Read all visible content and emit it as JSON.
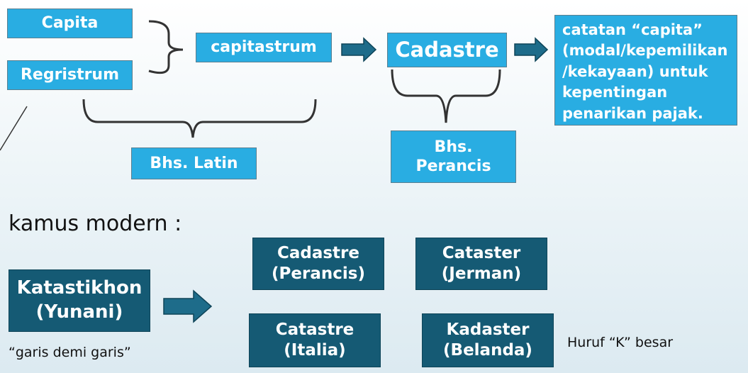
{
  "top": {
    "capita": "Capita",
    "regristrum": "Regristrum",
    "capitastrum": "capitastrum",
    "cadastre": "Cadastre",
    "definition": "catatan “capita” (modal/kepemilikan /kekayaan) untuk kepentingan penarikan pajak.",
    "latin_label": "Bhs. Latin",
    "french_label_1": "Bhs.",
    "french_label_2": "Perancis"
  },
  "modern": {
    "heading": "kamus modern :",
    "origin_1": "Katastikhon",
    "origin_2": "(Yunani)",
    "origin_meaning": "“garis demi garis”",
    "variants": [
      {
        "word": "Cadastre",
        "lang": "(Perancis)"
      },
      {
        "word": "Cataster",
        "lang": "(Jerman)"
      },
      {
        "word": "Catastre",
        "lang": "(Italia)"
      },
      {
        "word": "Kadaster",
        "lang": "(Belanda)"
      }
    ],
    "note": "Huruf “K” besar"
  },
  "colors": {
    "light_box": "#29ade2",
    "dark_box": "#155a74",
    "arrow": "#1e6c8a"
  }
}
